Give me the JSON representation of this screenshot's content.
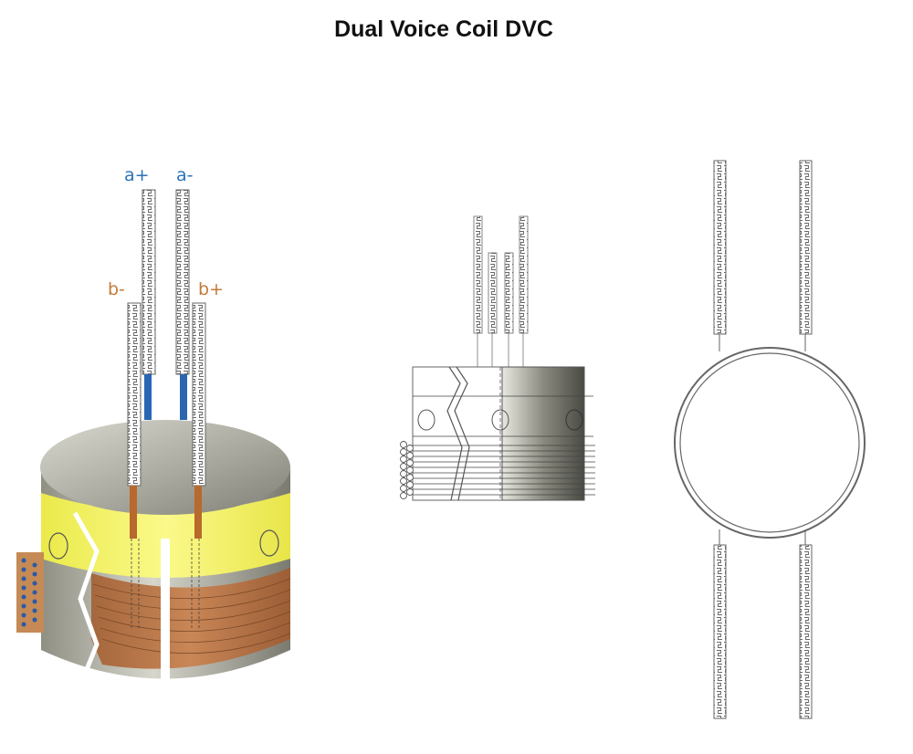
{
  "title": "Dual Voice Coil DVC",
  "leads": {
    "a_plus": "a+",
    "a_minus": "a-",
    "b_minus": "b-",
    "b_plus": "b+"
  },
  "colors": {
    "coil_a_lead": "#2b66b3",
    "coil_b_lead": "#b8692c",
    "former_band": "#f4f15a",
    "winding": "#b8744a",
    "label_a": "#2a73b8",
    "label_b": "#c47a3a"
  }
}
